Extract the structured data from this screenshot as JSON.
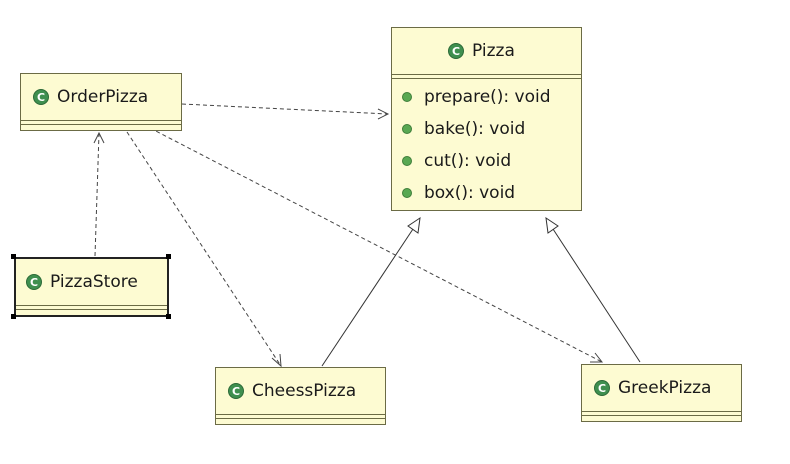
{
  "diagram": {
    "classes": [
      {
        "id": "pizza",
        "name": "Pizza",
        "methods": [
          "prepare(): void",
          "bake(): void",
          "cut(): void",
          "box(): void"
        ]
      },
      {
        "id": "orderpizza",
        "name": "OrderPizza"
      },
      {
        "id": "pizzastore",
        "name": "PizzaStore"
      },
      {
        "id": "cheesspizza",
        "name": "CheessPizza"
      },
      {
        "id": "greekpizza",
        "name": "GreekPizza"
      }
    ],
    "class_icon": "class-icon",
    "method_icon": "public-method-icon",
    "colors": {
      "class_fill": "#fdfbd2",
      "border": "#6b6b45",
      "icon": "#3f8f4f",
      "method_dot": "#59a852"
    },
    "relations": [
      {
        "type": "dependency",
        "from": "OrderPizza",
        "to": "Pizza"
      },
      {
        "type": "dependency",
        "from": "PizzaStore",
        "to": "OrderPizza"
      },
      {
        "type": "dependency",
        "from": "OrderPizza",
        "to": "CheessPizza"
      },
      {
        "type": "dependency",
        "from": "OrderPizza",
        "to": "GreekPizza"
      },
      {
        "type": "generalization",
        "from": "CheessPizza",
        "to": "Pizza"
      },
      {
        "type": "generalization",
        "from": "GreekPizza",
        "to": "Pizza"
      }
    ]
  }
}
